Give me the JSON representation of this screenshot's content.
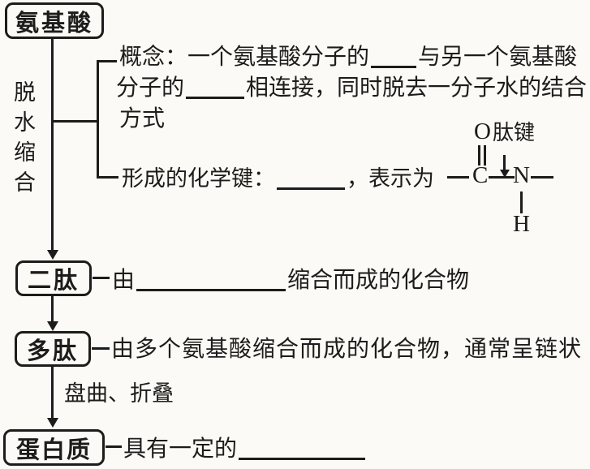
{
  "colors": {
    "ink": "#1c1c1a",
    "background": "#fbfaf7"
  },
  "diagram": {
    "nodes": {
      "amino_acid": "氨基酸",
      "dipeptide": "二肽",
      "polypeptide": "多肽",
      "protein": "蛋白质"
    },
    "process_label": [
      "脱",
      "水",
      "缩",
      "合"
    ],
    "concept": {
      "line1_prefix": "概念：一个氨基酸分子的",
      "line1_suffix": "与另一个氨基酸",
      "line2_prefix": "分子的",
      "line2_suffix": "相连接，同时脱去一分子水的结合",
      "line3": "方式"
    },
    "bond_line": {
      "prefix": "形成的化学键：",
      "mid": "，表示为",
      "structure": {
        "o_atom": "O",
        "c_atom": "C",
        "n_atom": "N",
        "h_atom": "H",
        "peptide_bond_label": "肽键"
      }
    },
    "dipeptide_desc": {
      "prefix": "由",
      "suffix": "缩合而成的化合物"
    },
    "polypeptide_desc": "由多个氨基酸缩合而成的化合物，通常呈链状",
    "fold_label": "盘曲、折叠",
    "protein_desc_prefix": "具有一定的"
  }
}
